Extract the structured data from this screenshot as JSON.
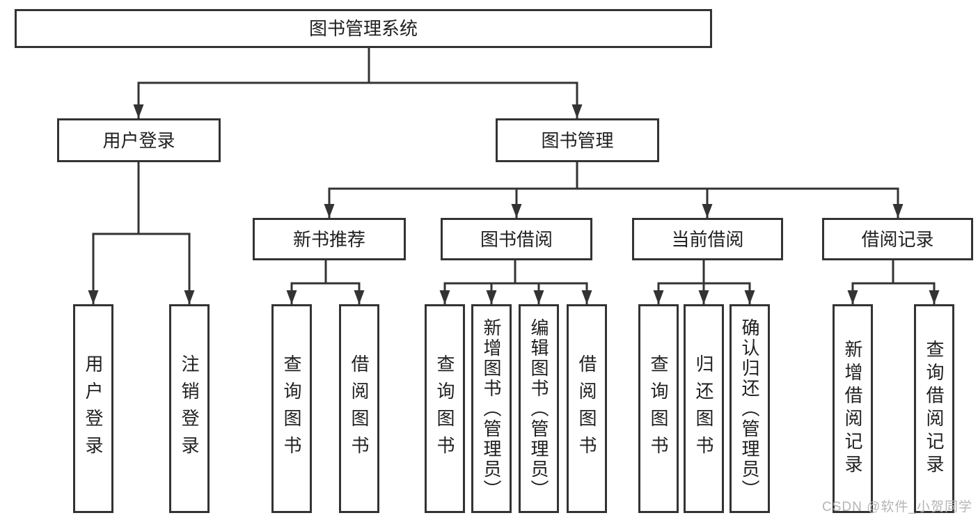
{
  "theme": {
    "background": "#ffffff",
    "line_color": "#333333",
    "box_border_color": "#333333",
    "box_fill": "#ffffff",
    "text_color": "#1f1f1f",
    "watermark_color": "#b5b5b5"
  },
  "watermark": {
    "text": "CSDN @软件_小贺同学"
  },
  "diagram": {
    "type": "hierarchy-tree",
    "root": {
      "label": "图书管理系统",
      "children": [
        {
          "label": "用户登录",
          "children": [
            {
              "label": "用户登录"
            },
            {
              "label": "注销登录"
            }
          ]
        },
        {
          "label": "图书管理",
          "children": [
            {
              "label": "新书推荐",
              "children": [
                {
                  "label": "查询图书"
                },
                {
                  "label": "借阅图书"
                }
              ]
            },
            {
              "label": "图书借阅",
              "children": [
                {
                  "label": "查询图书"
                },
                {
                  "label": "新增图书（管理员）"
                },
                {
                  "label": "编辑图书（管理员）"
                },
                {
                  "label": "借阅图书"
                }
              ]
            },
            {
              "label": "当前借阅",
              "children": [
                {
                  "label": "查询图书"
                },
                {
                  "label": "归还图书"
                },
                {
                  "label": "确认归还（管理员）"
                }
              ]
            },
            {
              "label": "借阅记录",
              "children": [
                {
                  "label": "新增借阅记录"
                },
                {
                  "label": "查询借阅记录"
                }
              ]
            }
          ]
        }
      ]
    }
  }
}
